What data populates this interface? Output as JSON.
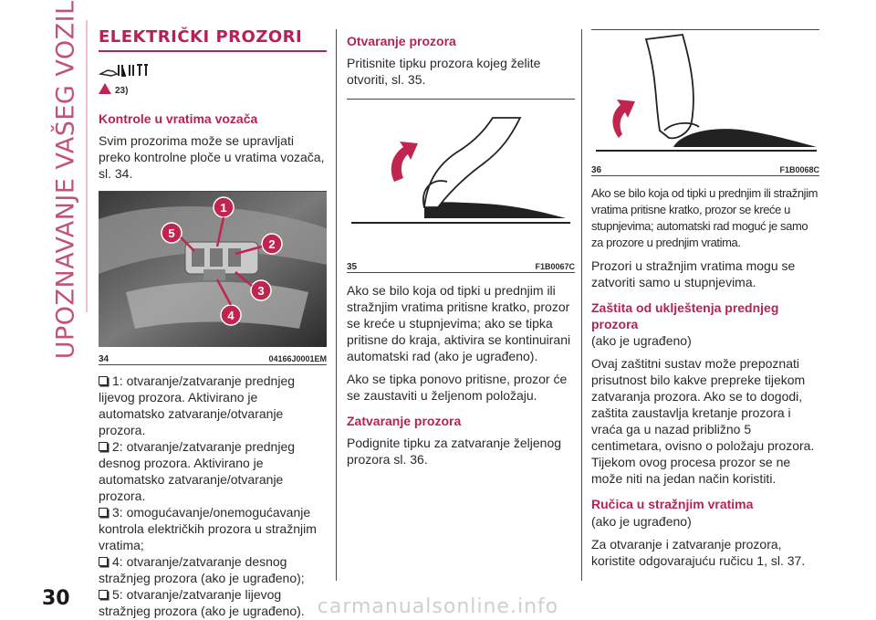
{
  "side_title": "UPOZNAVANJE VAŠEG VOZILA",
  "page_number": "30",
  "watermark": "carmanualsonline.info",
  "col1": {
    "section_title": "ELEKTRIČKI PROZORI",
    "warning_ref": "23)",
    "heading": "Kontrole u vratima vozača",
    "intro": "Svim prozorima može se upravljati preko kontrolne ploče u vratima vozača, sl. 34.",
    "figure": {
      "number": "34",
      "code": "04166J0001EM",
      "callouts": [
        "1",
        "2",
        "3",
        "4",
        "5"
      ]
    },
    "items": [
      "1: otvaranje/zatvaranje prednjeg lijevog prozora. Aktivirano je automatsko zatvaranje/otvaranje prozora.",
      "2: otvaranje/zatvaranje prednjeg desnog prozora. Aktivirano je automatsko zatvaranje/otvaranje prozora.",
      "3: omogućavanje/onemogućavanje kontrola električkih prozora u stražnjim vratima;",
      "4: otvaranje/zatvaranje desnog stražnjeg prozora (ako je ugrađeno);",
      "5: otvaranje/zatvaranje lijevog stražnjeg prozora (ako je ugrađeno)."
    ]
  },
  "col2": {
    "heading_open": "Otvaranje prozora",
    "open_text": "Pritisnite tipku prozora kojeg želite otvoriti, sl. 35.",
    "figure": {
      "number": "35",
      "code": "F1B0067C"
    },
    "p1": "Ako se bilo koja od tipki u prednjim ili stražnjim vratima pritisne kratko, prozor se kreće u stupnjevima; ako se tipka pritisne do kraja, aktivira se kontinuirani automatski rad (ako je ugrađeno).",
    "p2": "Ako se tipka ponovo pritisne, prozor će se zaustaviti u željenom položaju.",
    "heading_close": "Zatvaranje prozora",
    "close_text": "Podignite tipku za zatvaranje željenog prozora sl. 36."
  },
  "col3": {
    "figure": {
      "number": "36",
      "code": "F1B0068C"
    },
    "p1": "Ako se bilo koja od tipki u prednjim ili stražnjim vratima pritisne kratko, prozor se kreće u stupnjevima; automatski rad moguć je samo za prozore u prednjim vratima.",
    "p2": "Prozori u stražnjim vratima mogu se zatvoriti samo u stupnjevima.",
    "heading_pinch": "Zaštita od uklještenja prednjeg prozora",
    "pinch_note": "(ako je ugrađeno)",
    "pinch_text": "Ovaj zaštitni sustav može prepoznati prisutnost bilo kakve prepreke tijekom zatvaranja prozora. Ako se to dogodi, zaštita zaustavlja kretanje prozora i vraća ga u nazad približno 5 centimetara, ovisno o položaju prozora. Tijekom ovog procesa prozor se ne može niti na jedan način koristiti.",
    "heading_crank": "Ručica u stražnjim vratima",
    "crank_note": "(ako je ugrađeno)",
    "crank_text": "Za otvaranje i zatvaranje prozora, koristite odgovarajuću ručicu 1, sl. 37."
  }
}
